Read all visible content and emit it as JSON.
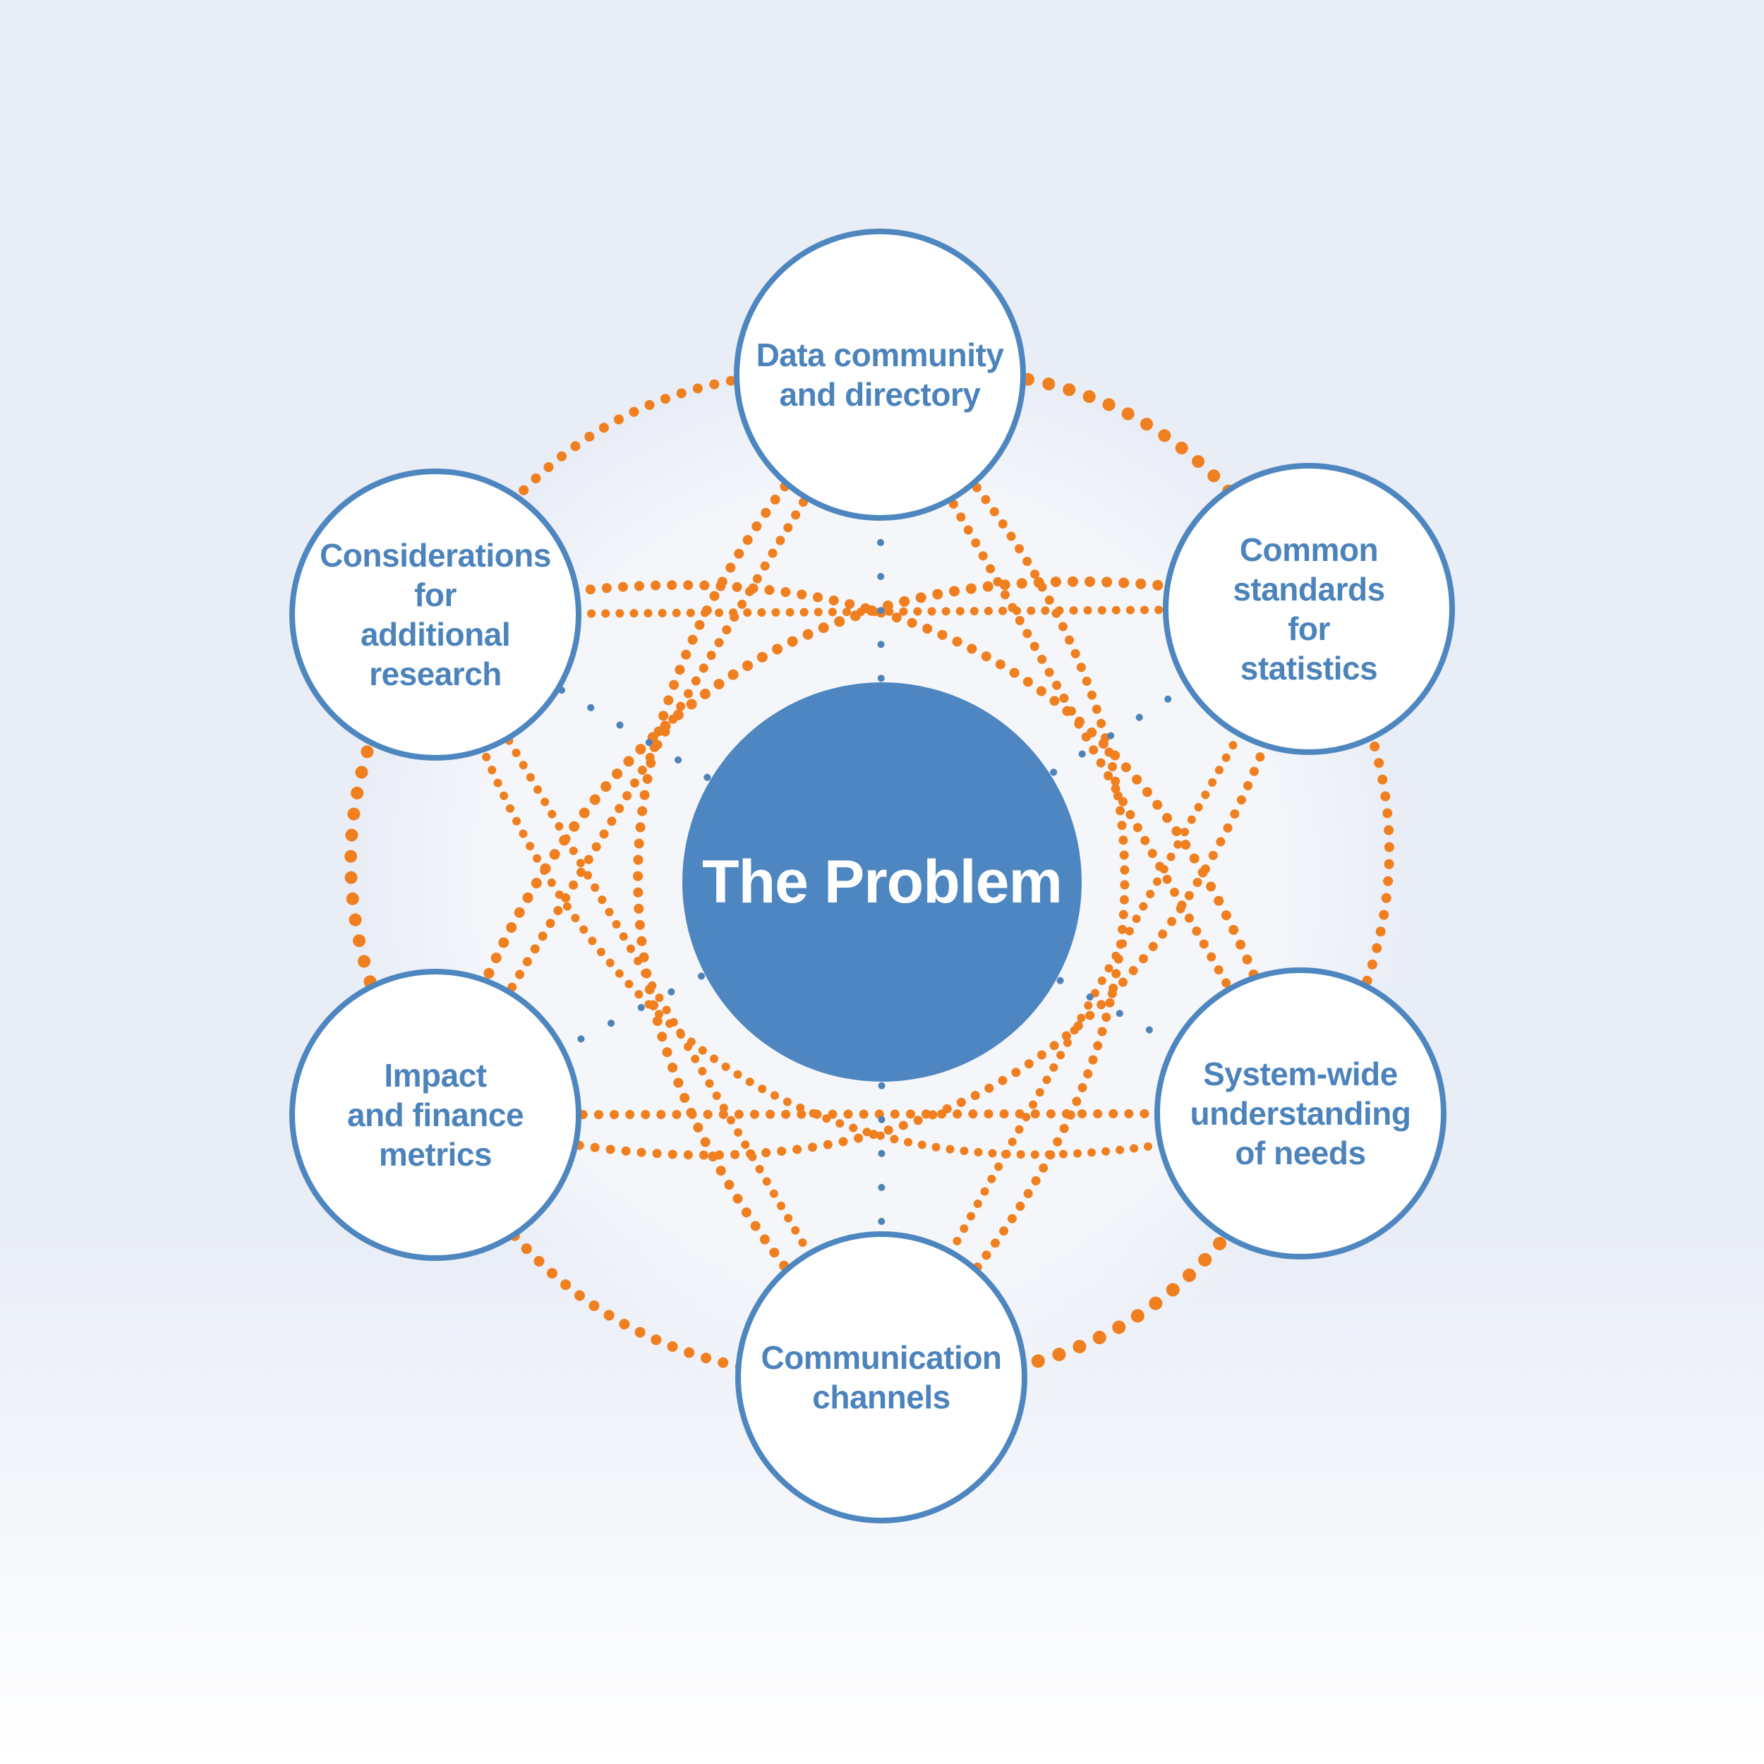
{
  "center": {
    "label": "The Problem"
  },
  "nodes": [
    {
      "id": "data-community-and-directory",
      "label": "Data community\nand directory"
    },
    {
      "id": "common-standards-for-statistics",
      "label": "Common\nstandards\nfor\nstatistics"
    },
    {
      "id": "system-wide-understanding-of-needs",
      "label": "System-wide\nunderstanding\nof needs"
    },
    {
      "id": "communication-channels",
      "label": "Communication\nchannels"
    },
    {
      "id": "impact-and-finance-metrics",
      "label": "Impact\nand finance\nmetrics"
    },
    {
      "id": "considerations-for-additional-research",
      "label": "Considerations\nfor\nadditional\nresearch"
    }
  ],
  "colors": {
    "background_top": "#e9edf6",
    "background_bottom": "#ffffff",
    "center_fill": "#4d86c0",
    "center_text": "#ffffff",
    "node_fill": "#ffffff",
    "node_border": "#4e86c0",
    "node_text": "#4c83bb",
    "web_dots": "#f0801f",
    "spoke_dots": "#4f83b8"
  }
}
